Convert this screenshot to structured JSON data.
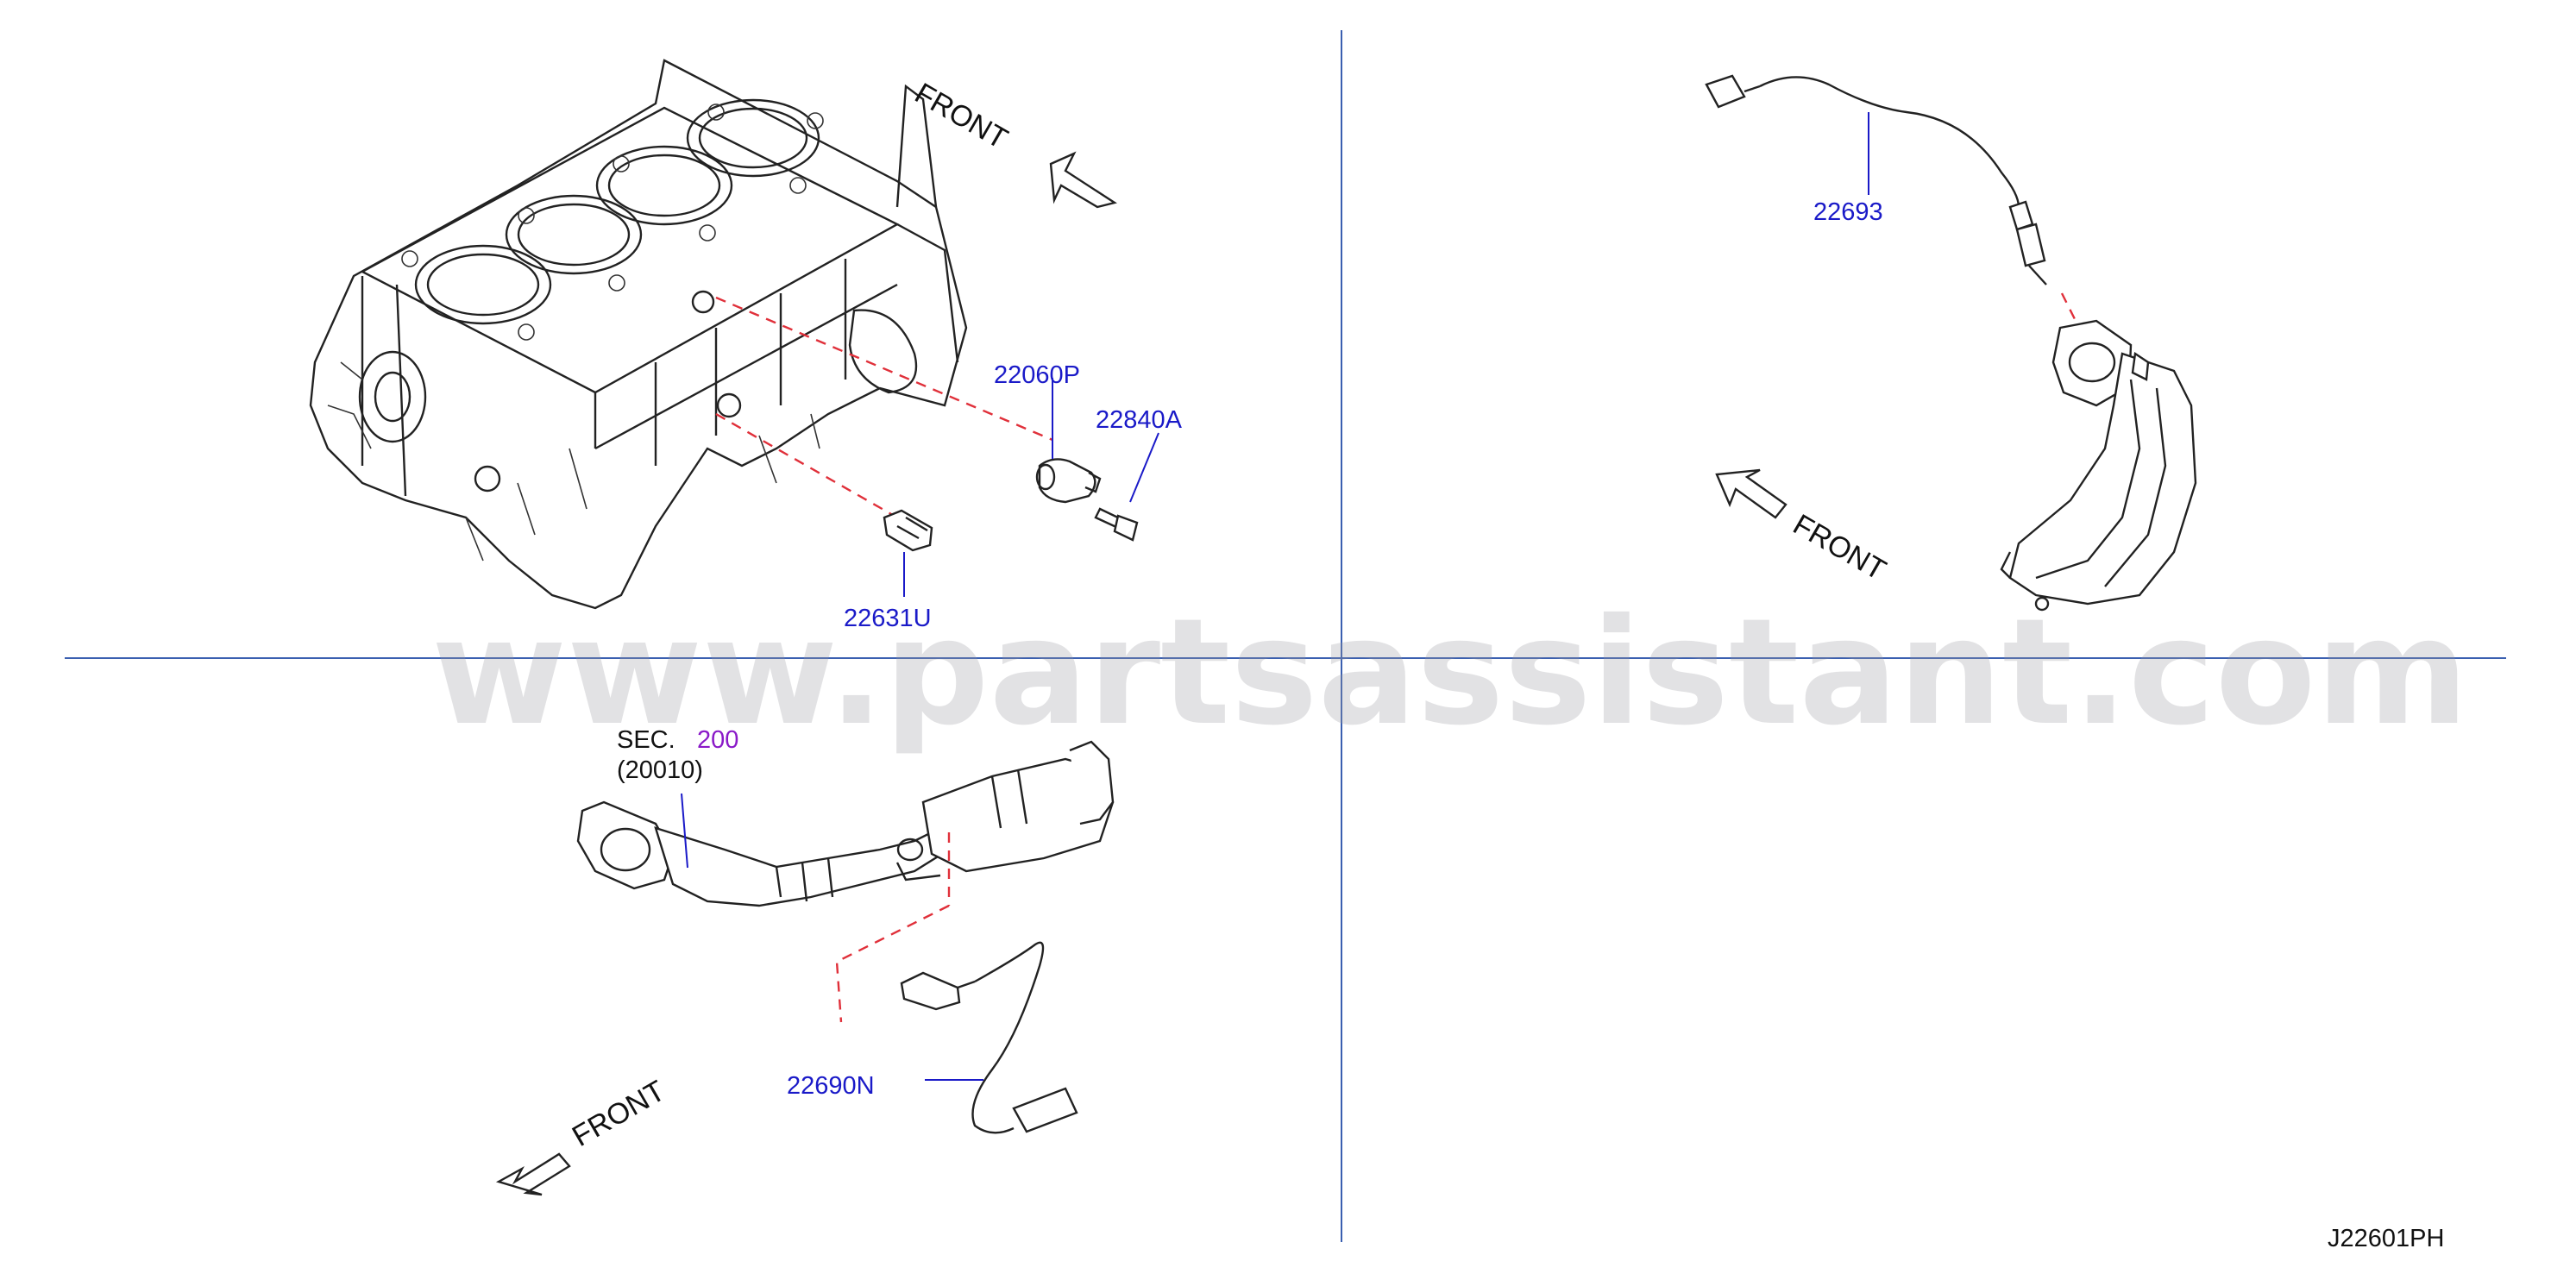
{
  "diagram": {
    "watermark": "www.partsassistant.com",
    "drawing_code": "J22601PH",
    "front_labels": [
      "FRONT",
      "FRONT",
      "FRONT"
    ],
    "parts": {
      "p22060P": "22060P",
      "p22840A": "22840A",
      "p22631U": "22631U",
      "p22693": "22693",
      "p22690N": "22690N"
    },
    "section_ref": {
      "prefix": "SEC.",
      "number": "200",
      "code": "(20010)"
    },
    "colors": {
      "part_label": "#1a1ac8",
      "section_number": "#8a1ac8",
      "leader_dashed": "#e0303a",
      "divider": "#3a5fb0"
    }
  }
}
